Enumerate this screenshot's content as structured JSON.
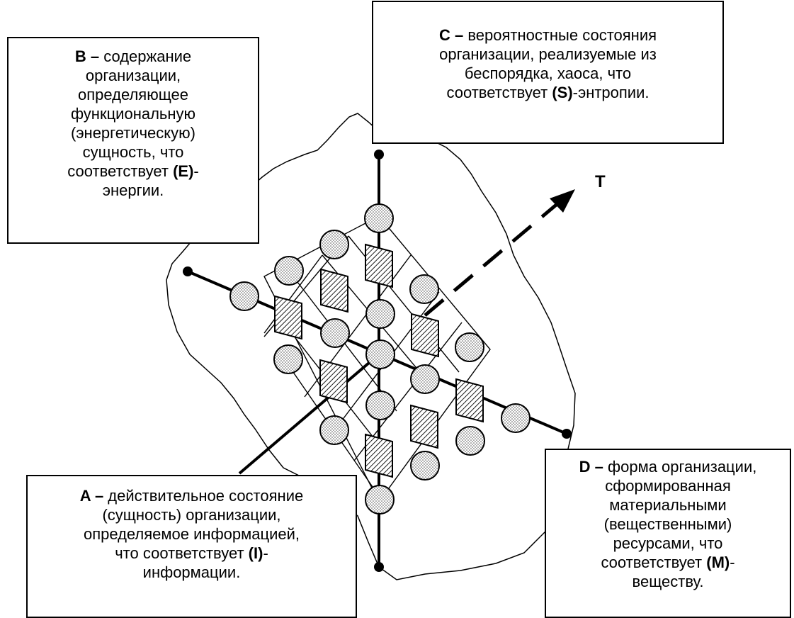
{
  "labels": {
    "b": {
      "key": "B –",
      "lines": [
        " содержание",
        "организации,",
        "определяющее",
        "функциональную",
        "(энергетическую)",
        "сущность, что"
      ],
      "line_pre": "соответствует ",
      "sym": "(E)",
      "line_post": "-",
      "last": "энергии."
    },
    "c": {
      "key": "C –",
      "first": " вероятностные состояния",
      "lines": [
        "организации,  реализуемые из",
        "беспорядка, хаоса, что"
      ],
      "line_pre": "соответствует ",
      "sym": "(S)",
      "line_post": "-энтропии."
    },
    "a": {
      "key": "A –",
      "first": " действительное состояние",
      "lines": [
        "(сущность) организации,",
        "определяемое информацией,"
      ],
      "line_pre": "что соответствует ",
      "sym": "(I)",
      "line_post": "-",
      "last": "информации."
    },
    "d": {
      "key": "D –",
      "first": " форма организации,",
      "lines": [
        "сформированная",
        "материальными",
        "(вещественными)",
        "ресурсами, что"
      ],
      "line_pre": "соответствует ",
      "sym": "(M)",
      "line_post": "-",
      "last": "веществу."
    },
    "t_axis": "T"
  }
}
